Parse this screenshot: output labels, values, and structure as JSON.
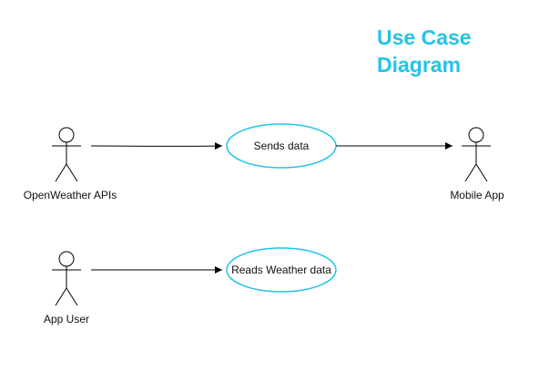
{
  "diagram": {
    "title_line1": "Use Case",
    "title_line2": "Diagram",
    "accent_color": "#22c4e8",
    "actors": [
      {
        "label": "OpenWeather APIs"
      },
      {
        "label": "Mobile App"
      },
      {
        "label": "App User"
      }
    ],
    "use_cases": [
      {
        "label": "Sends data"
      },
      {
        "label": "Reads Weather data"
      }
    ]
  }
}
